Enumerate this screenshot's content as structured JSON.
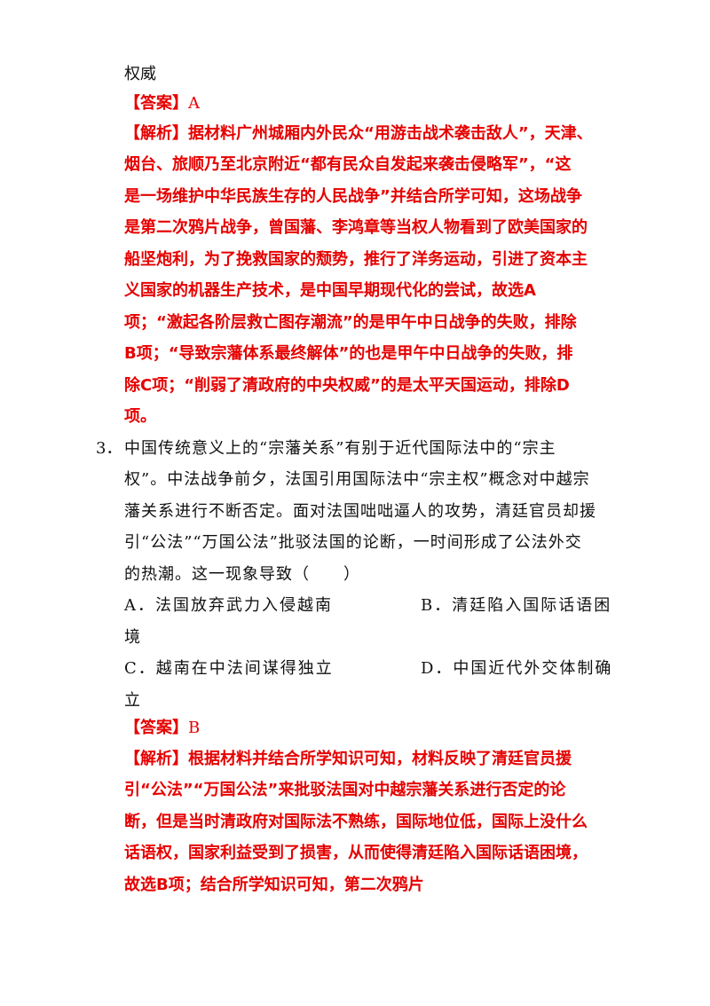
{
  "prev": {
    "tail": "权威",
    "answer_label": "【答案】",
    "answer_value": "A",
    "analysis_label": "【解析】",
    "analysis_lines": [
      "据材料广州城厢内外民众“用游击战术袭击敌人”，天津、",
      "烟台、旅顺乃至北京附近“都有民众自发起来袭击侵略军”，“这",
      "是一场维护中华民族生存的人民战争”并结合所学可知，这场战争",
      "是第二次鸦片战争，曾国藩、李鸿章等当权人物看到了欧美国家的",
      "船坚炮利，为了挽救国家的颓势，推行了洋务运动，引进了资本主",
      "义国家的机器生产技术，是中国早期现代化的尝试，故选A",
      "项；“激起各阶层救亡图存潮流”的是甲午中日战争的失败，排除",
      "B项；“导致宗藩体系最终解体”的也是甲午中日战争的失败，排",
      "除C项；“削弱了清政府的中央权威”的是太平天国运动，排除D",
      "项。"
    ]
  },
  "q3": {
    "number": "3．",
    "stem_lines": [
      "中国传统意义上的“宗藩关系”有别于近代国际法中的“宗主",
      "权”。中法战争前夕，法国引用国际法中“宗主权”概念对中越宗",
      "藩关系进行不断否定。面对法国咄咄逼人的攻势，清廷官员却援",
      "引“公法”“万国公法”批驳法国的论断，一时间形成了公法外交",
      "的热潮。这一现象导致（　　）"
    ],
    "options": {
      "A": "A．法国放弃武力入侵越南",
      "B": "B．清廷陷入国际话语困",
      "B_wrap": "境",
      "C": "C．越南在中法间谋得独立",
      "D": "D．中国近代外交体制确",
      "D_wrap": "立"
    },
    "answer_label": "【答案】",
    "answer_value": "B",
    "analysis_label": "【解析】",
    "analysis_lines": [
      "根据材料并结合所学知识可知，材料反映了清廷官员援",
      "引“公法”“万国公法”来批驳法国对中越宗藩关系进行否定的论",
      "断，但是当时清政府对国际法不熟练，国际地位低，国际上没什么",
      "话语权，国家利益受到了损害，从而使得清廷陷入国际话语困境，",
      "故选B项；结合所学知识可知，第二次鸦片"
    ]
  }
}
